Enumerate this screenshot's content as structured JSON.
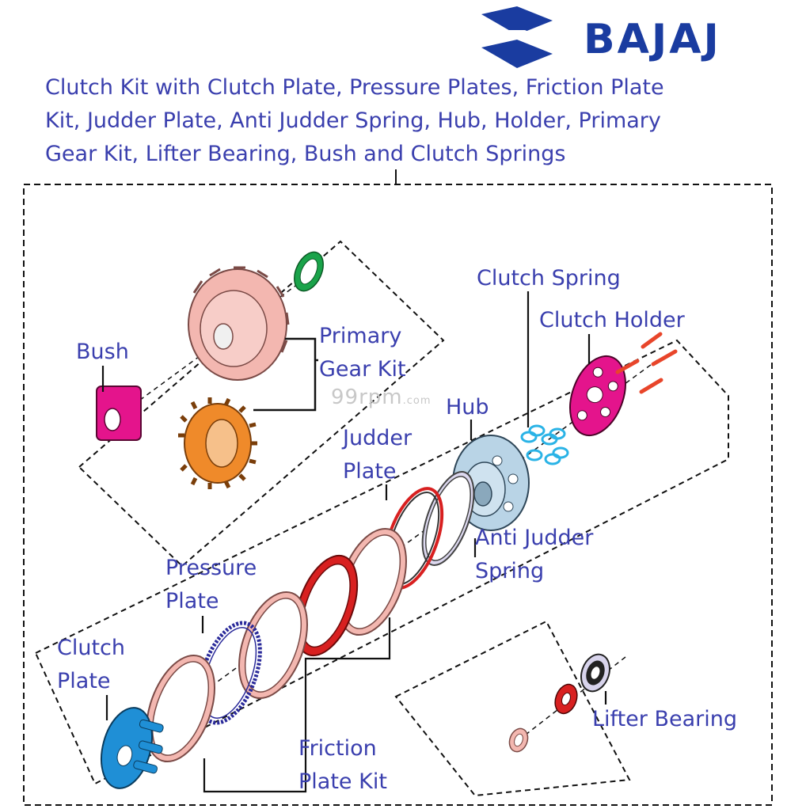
{
  "brand": {
    "name": "BAJAJ",
    "color": "#1a3ca0"
  },
  "title": {
    "lines": [
      "Clutch Kit with Clutch Plate, Pressure Plates, Friction Plate",
      "Kit, Judder Plate, Anti Judder Spring, Hub, Holder, Primary",
      "Gear Kit, Lifter Bearing, Bush and Clutch Springs"
    ]
  },
  "watermark": {
    "text": "99rpm",
    "suffix": ".com"
  },
  "labels": {
    "bush": "Bush",
    "primary_gear_kit": [
      "Primary",
      "Gear Kit"
    ],
    "clutch_spring": "Clutch Spring",
    "clutch_holder": "Clutch Holder",
    "hub": "Hub",
    "judder_plate": [
      "Judder",
      "Plate"
    ],
    "anti_judder_spring": [
      "Anti Judder",
      "Spring"
    ],
    "pressure_plate": [
      "Pressure",
      "Plate"
    ],
    "clutch_plate": [
      "Clutch",
      "Plate"
    ],
    "friction_plate_kit": [
      "Friction",
      "Plate Kit"
    ],
    "lifter_bearing": "Lifter Bearing"
  },
  "colors": {
    "label_text": "#3a3fae",
    "bush": "#e4148c",
    "primary_gear": "#f3b7b0",
    "gear_orange": "#ef8a2a",
    "washer_green": "#1aa34a",
    "clutch_holder": "#e4148c",
    "clutch_spring": "#2ab3e6",
    "hub": "#b9d4e6",
    "judder_plate": "#d82020",
    "friction_plate": "#f3b7b0",
    "pressure_plate": "#2a2a9a",
    "clutch_plate": "#1f8fd6",
    "bolt": "#e8452a"
  }
}
